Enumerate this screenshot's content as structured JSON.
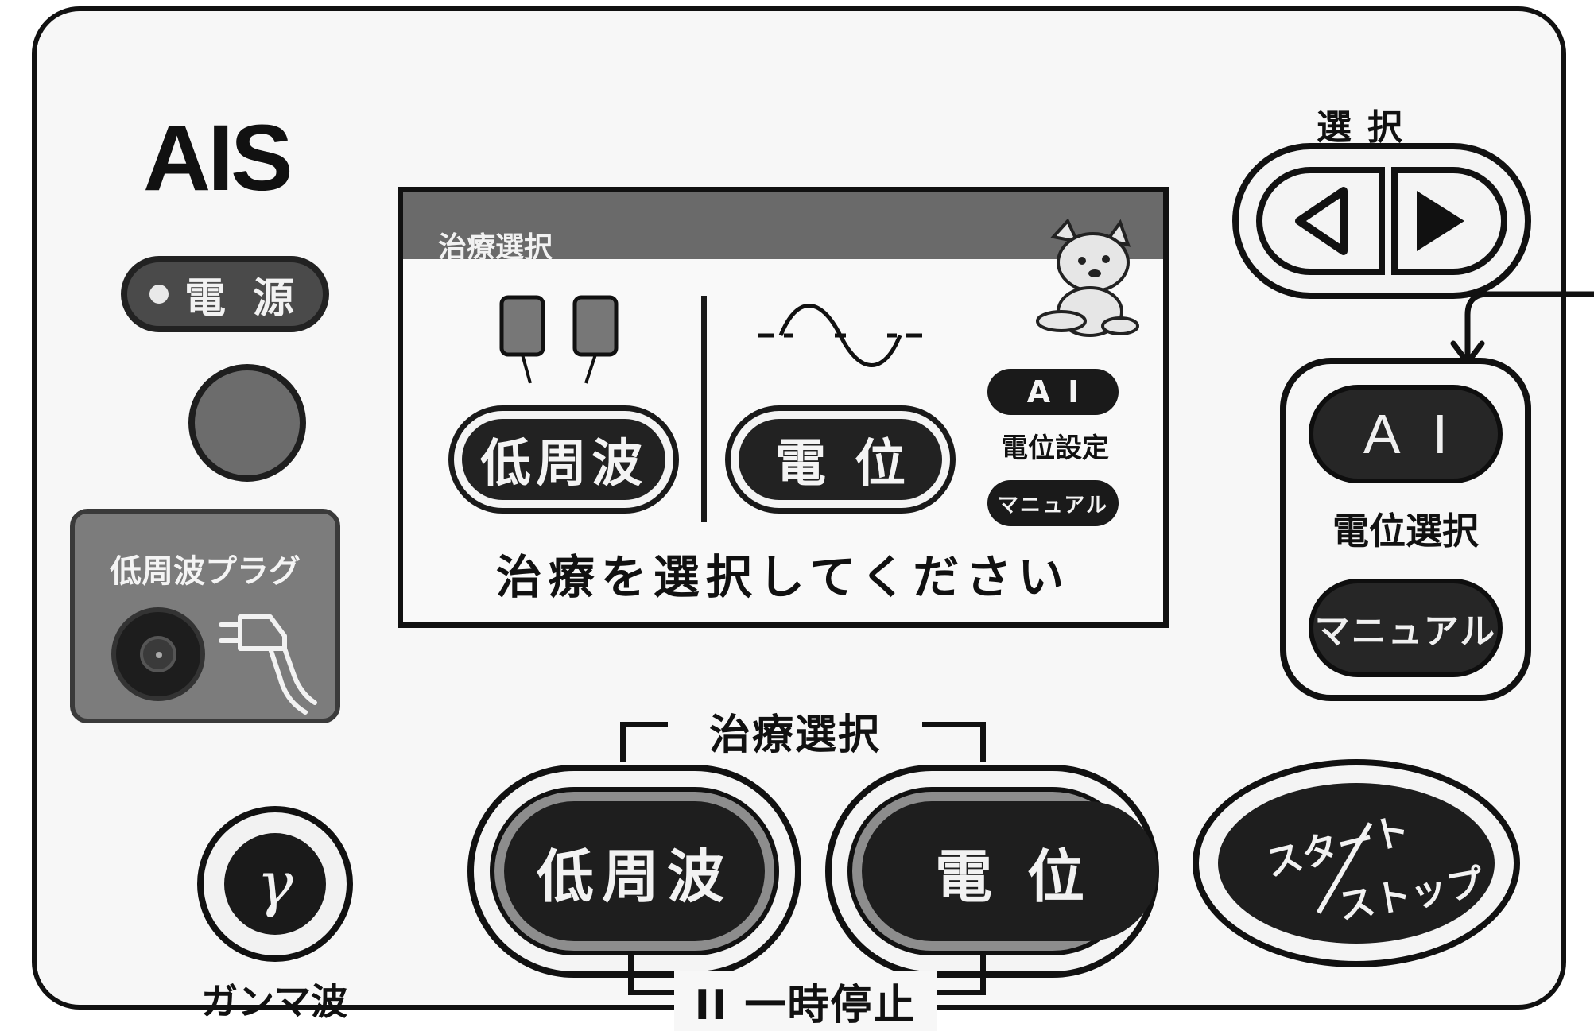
{
  "brand": {
    "name": "AIS"
  },
  "power": {
    "label": "電 源"
  },
  "plug": {
    "label": "低周波プラグ"
  },
  "gamma": {
    "symbol": "γ",
    "label": "ガンマ波"
  },
  "screen": {
    "header_title": "治療選択",
    "buttons": {
      "low_frequency": "低周波",
      "potential": "電位"
    },
    "ai_pill": "AI",
    "potential_setting_label": "電位設定",
    "manual_pill": "マニュアル",
    "prompt": "治療を選択してください"
  },
  "select": {
    "label": "選択",
    "left_icon": "triangle-left-icon",
    "right_icon": "triangle-right-icon"
  },
  "ai_group": {
    "ai_button": "AI",
    "label": "電位選択",
    "manual_button": "マニュアル"
  },
  "start_stop": {
    "top": "スタート",
    "bottom": "ストップ"
  },
  "treatment": {
    "label": "治療選択",
    "low_frequency_button": "低周波",
    "potential_button": "電位",
    "pause_label": "II 一時停止"
  },
  "colors": {
    "button_dark": "#1e1e1e",
    "screen_header": "#6a6a6a",
    "plug_box": "#7c7c7c",
    "power_button": "#6c6c6c"
  }
}
